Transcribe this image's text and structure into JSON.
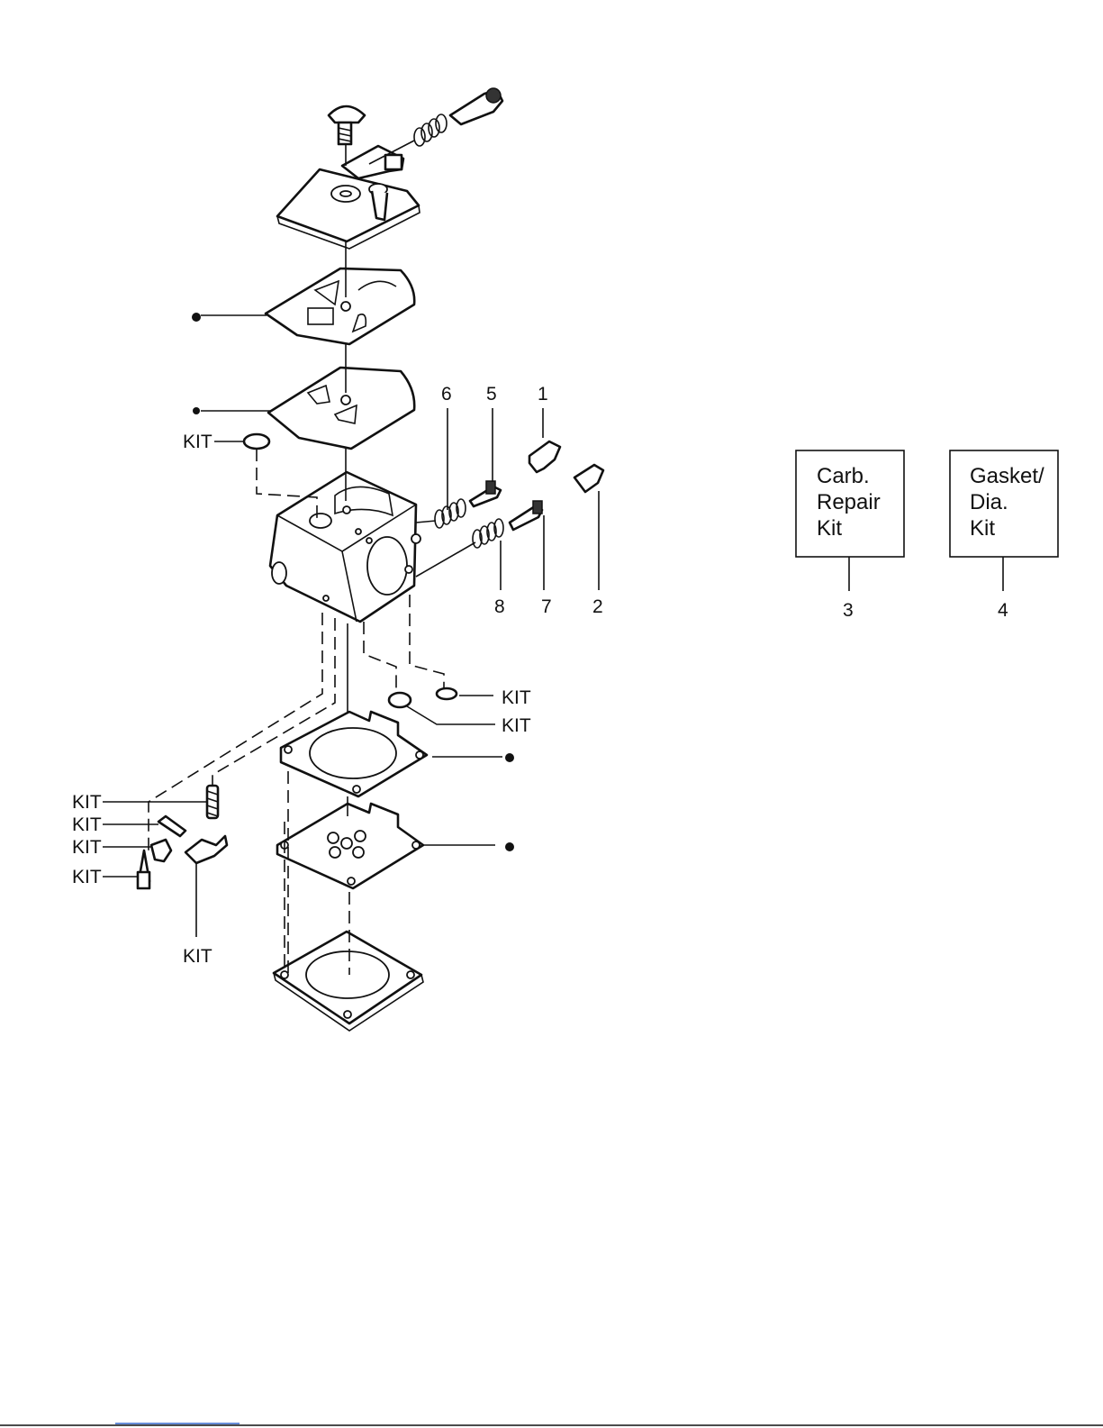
{
  "callouts": {
    "n1": "1",
    "n2": "2",
    "n3": "3",
    "n4": "4",
    "n5": "5",
    "n6": "6",
    "n7": "7",
    "n8": "8"
  },
  "kit_label": "KIT",
  "kit_boxes": {
    "carb_repair": {
      "line1": "Carb.",
      "line2": "Repair",
      "line3": "Kit"
    },
    "gasket_dia": {
      "line1": "Gasket/",
      "line2": "Dia.",
      "line3": "Kit"
    }
  },
  "colors": {
    "ink": "#111111",
    "paper": "#ffffff",
    "footer_link": "#3366cc"
  }
}
